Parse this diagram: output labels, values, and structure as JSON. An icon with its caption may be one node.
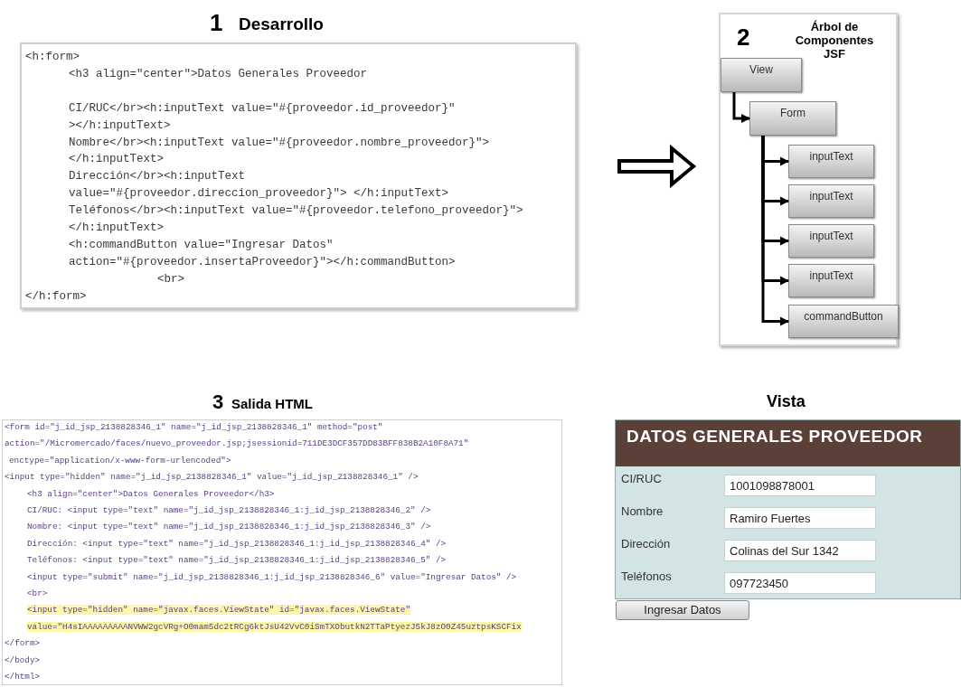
{
  "diagram": {
    "nodes": [
      {
        "text": [
          "1",
          "Desarrollo",
          "<h:form>",
          "<h3 align=\"center\">Datos Generales Proveedor",
          "CI/RUC</br><h:inputText value=\"#{proveedor.id_proveedor}\"",
          "></h:inputText>",
          "Nombre</br><h:inputText value=\"#{proveedor.nombre_proveedor}\">",
          "</h:inputText>",
          "Dirección</br><h:inputText",
          "value=\"#{proveedor.direccion_proveedor}\"> </h:inputText>",
          "Teléfonos</br><h:inputText value=\"#{proveedor.telefono_proveedor}\">",
          "</h:inputText>",
          "<h:commandButton value=\"Ingresar Datos\"",
          "action=\"#{proveedor.insertaProveedor}\"></h:commandButton>",
          "<br>",
          "</h:form>"
        ]
      },
      {
        "text": [
          "2",
          "Árbol de Componentes JSF"
        ]
      },
      {
        "text": [
          "View"
        ],
        "in": 1
      },
      {
        "text": [
          "Form"
        ],
        "in": 1
      },
      {
        "text": [
          "inputText"
        ],
        "in": 1
      },
      {
        "text": [
          "inputText"
        ],
        "in": 1
      },
      {
        "text": [
          "inputText"
        ],
        "in": 1
      },
      {
        "text": [
          "inputText"
        ],
        "in": 1
      },
      {
        "text": [
          "commandButton"
        ],
        "in": 1
      },
      {
        "text": [
          "3",
          "Salida HTML",
          "<form id=\"j_id_jsp_2138828346_1\" name=\"j_id_jsp_2138828346_1\" method=\"post\"",
          "action=\"/Micromercado/faces/nuevo_proveedor.jsp;jsessionid=711DE3DCF357DD83BFF838B2A10F8A71\"",
          "enctype=\"application/x-www-form-urlencoded\">",
          "<input type=\"hidden\" name=\"j_id_jsp_2138828346_1\" value=\"j_id_jsp_2138828346_1\" />",
          "<h3 align=\"center\">Datos Generales Proveedor</h3>",
          "CI/RUC: <input type=\"text\" name=\"j_id_jsp_2138828346_1:j_id_jsp_2138828346_2\" />",
          "Nombre: <input type=\"text\" name=\"j_id_jsp_2138828346_1:j_id_jsp_2138828346_3\" />",
          "Dirección: <input type=\"text\" name=\"j_id_jsp_2138828346_1:j_id_jsp_2138828346_4\" />",
          "Teléfonos: <input type=\"text\" name=\"j_id_jsp_2138828346_1:j_id_jsp_2138828346_5\" />",
          "<input type=\"submit\" name=\"j_id_jsp_2138828346_1:j_id_jsp_2138828346_6\" value=\"Ingresar Datos\" />",
          "<br>",
          "<input type=\"hidden\" name=\"javax.faces.ViewState\" id=\"javax.faces.ViewState\"",
          "value=\"H4sIAAAAAAAAANVWW2gcVRg+O0mam5dc2tRCg6ktJsU42VvC0iSmTXObutkN2TTaPtyezJ5kJ8zO0Z45uztpsKSCFix",
          "</form>",
          "</body>",
          "</html>"
        ]
      },
      {
        "text": [
          "Vista",
          "DATOS GENERALES PROVEEDOR",
          "CI/RUC",
          "1001098878001",
          "Nombre",
          "Ramiro Fuertes",
          "Dirección",
          "Colinas del Sur 1342",
          "Teléfonos",
          "097723450",
          "Ingresar Datos"
        ]
      }
    ],
    "edges": [
      {
        "from": 0,
        "to": 1,
        "arrow": "to",
        "style": "thick"
      },
      {
        "from": 2,
        "to": 3,
        "arrow": "to"
      },
      {
        "from": 3,
        "to": 4,
        "arrow": "to"
      },
      {
        "from": 3,
        "to": 5,
        "arrow": "to"
      },
      {
        "from": 3,
        "to": 6,
        "arrow": "to"
      },
      {
        "from": 3,
        "to": 7,
        "arrow": "to"
      },
      {
        "from": 3,
        "to": 8,
        "arrow": "to"
      }
    ]
  }
}
